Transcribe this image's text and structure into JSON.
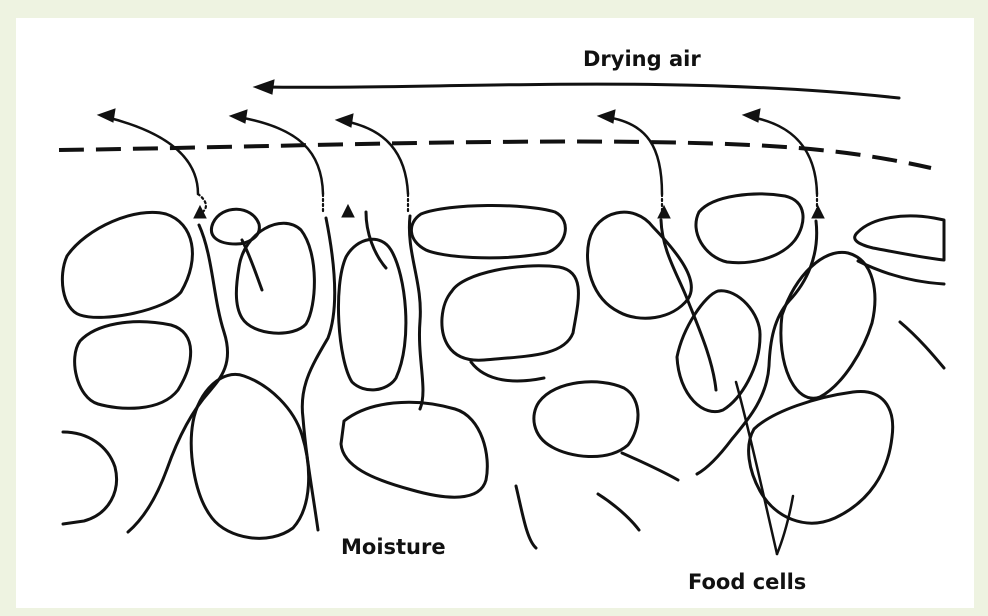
{
  "labels": {
    "drying_air": "Drying air",
    "moisture": "Moisture",
    "food_cells": "Food cells"
  },
  "colors": {
    "page_border": "#eef3e1",
    "background": "#ffffff",
    "ink": "#111111"
  }
}
